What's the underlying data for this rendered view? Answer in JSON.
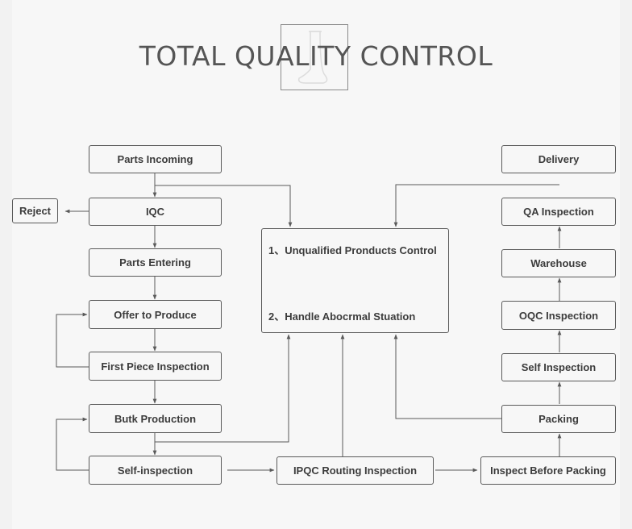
{
  "title": "TOTAL QUALITY CONTROL",
  "left_column": {
    "parts_incoming": "Parts Incoming",
    "iqc": "IQC",
    "reject": "Reject",
    "parts_entering": "Parts Entering",
    "offer_to_produce": "Offer to Produce",
    "first_piece_inspection": "First Piece Inspection",
    "bulk_production": "Butk Production",
    "self_inspection": "Self-inspection"
  },
  "center": {
    "line1": "1、Unqualified Pronducts Control",
    "line2": "2、Handle Abocrmal Stuation",
    "ipqc": "IPQC Routing Inspection"
  },
  "right_column": {
    "delivery": "Delivery",
    "qa_inspection": "QA Inspection",
    "warehouse": "Warehouse",
    "oqc_inspection": "OQC Inspection",
    "self_inspection": "Self Inspection",
    "packing": "Packing",
    "inspect_before_packing": "Inspect Before Packing"
  },
  "colors": {
    "line": "#5a5a5a",
    "text": "#3c3c3c",
    "background": "#f7f7f7"
  }
}
